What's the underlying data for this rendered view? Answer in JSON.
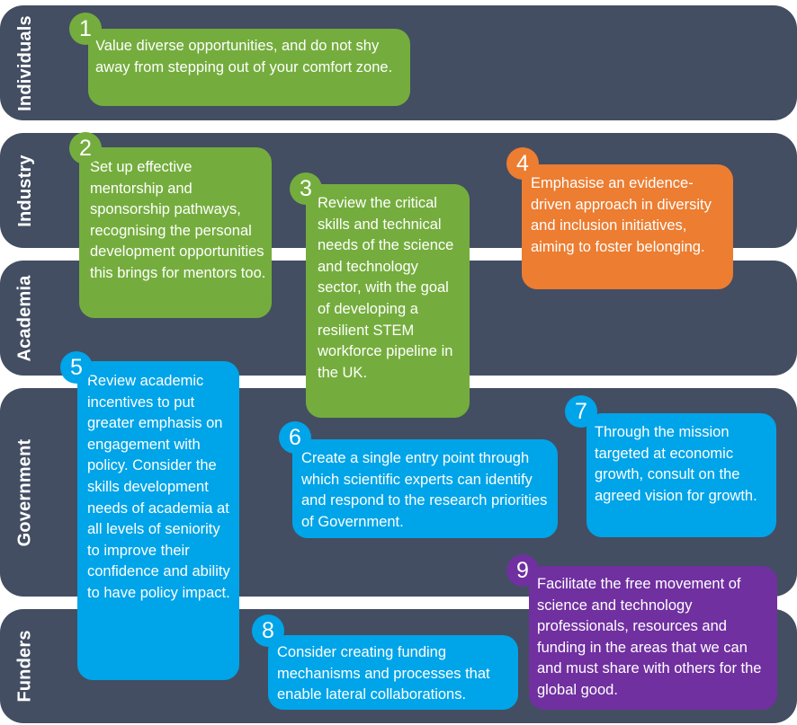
{
  "bands": [
    {
      "id": "individuals",
      "label": "Individuals"
    },
    {
      "id": "industry",
      "label": "Industry"
    },
    {
      "id": "academia",
      "label": "Academia"
    },
    {
      "id": "government",
      "label": "Government"
    },
    {
      "id": "funders",
      "label": "Funders"
    }
  ],
  "colors": {
    "band": "#434e62",
    "green": "#74ad3d",
    "orange": "#ec7d31",
    "blue": "#00a4e8",
    "purple": "#7030a0",
    "text": "#ffffff"
  },
  "recommendations": [
    {
      "number": "1",
      "color": "green",
      "text": "Value diverse opportunities, and do not shy away from stepping out of your comfort zone."
    },
    {
      "number": "2",
      "color": "green",
      "text": "Set up effective mentorship and sponsorship pathways, recognising the personal development opportunities this brings for mentors too."
    },
    {
      "number": "3",
      "color": "green",
      "text": "Review the critical skills and technical needs of the science and technology sector, with the goal of developing a resilient STEM workforce pipeline in the UK."
    },
    {
      "number": "4",
      "color": "orange",
      "text": "Emphasise an evidence-driven approach in diversity and inclusion initiatives, aiming to foster belonging."
    },
    {
      "number": "5",
      "color": "blue",
      "text": "Review academic incentives to put greater emphasis on engagement with policy. Consider the skills development needs of academia at all levels of seniority to improve their confidence and ability to have policy impact."
    },
    {
      "number": "6",
      "color": "blue",
      "text": "Create a single entry point through which scientific experts can identify and respond to the research priorities of Government."
    },
    {
      "number": "7",
      "color": "blue",
      "text": "Through the mission targeted at economic growth, consult on the agreed vision for growth."
    },
    {
      "number": "8",
      "color": "blue",
      "text": "Consider creating funding mechanisms and processes that enable lateral collaborations."
    },
    {
      "number": "9",
      "color": "purple",
      "text": "Facilitate the free movement of science and technology professionals, resources and funding in the areas that we can and must share with others for the global good."
    }
  ]
}
